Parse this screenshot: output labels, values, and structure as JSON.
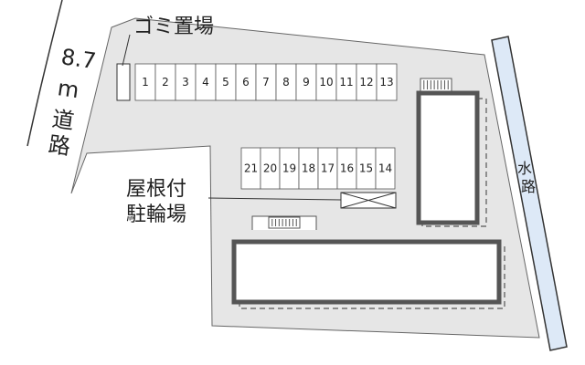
{
  "labels": {
    "garbage": "ゴミ置場",
    "road_width": "8.7",
    "road_unit": "m",
    "road_kanji_1": "道",
    "road_kanji_2": "路",
    "covered_bike_1": "屋根付",
    "covered_bike_2": "駐輪場",
    "waterway_1": "水",
    "waterway_2": "路"
  },
  "parking_top": [
    "1",
    "2",
    "3",
    "4",
    "5",
    "6",
    "7",
    "8",
    "9",
    "10",
    "11",
    "12",
    "13"
  ],
  "parking_mid": [
    "21",
    "20",
    "19",
    "18",
    "17",
    "16",
    "15",
    "14"
  ],
  "colors": {
    "site": "#e6e6e6",
    "building": "#555555",
    "water": "#dde9f7",
    "line": "#333333"
  }
}
